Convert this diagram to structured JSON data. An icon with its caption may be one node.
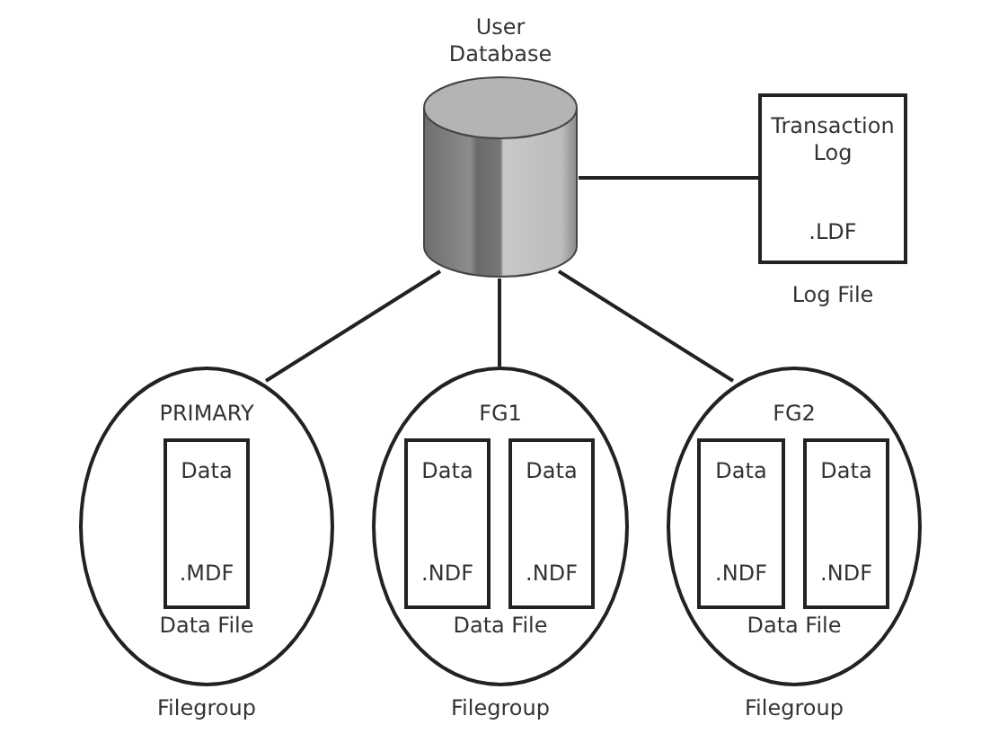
{
  "diagram": {
    "nodes": [
      {
        "text": [
          "User Database"
        ]
      },
      {
        "text": [
          "Transaction Log",
          ".LDF"
        ],
        "beside": [
          "Log File"
        ]
      },
      {
        "text": [
          "PRIMARY",
          "Data File"
        ],
        "beside": [
          "Filegroup"
        ]
      },
      {
        "text": [
          "Data",
          ".MDF"
        ],
        "in": 2
      },
      {
        "text": [
          "FG1",
          "Data File"
        ],
        "beside": [
          "Filegroup"
        ]
      },
      {
        "text": [
          "Data",
          ".NDF"
        ],
        "in": 4
      },
      {
        "text": [
          "Data",
          ".NDF"
        ],
        "in": 4
      },
      {
        "text": [
          "FG2",
          "Data File"
        ],
        "beside": [
          "Filegroup"
        ]
      },
      {
        "text": [
          "Data",
          ".NDF"
        ],
        "in": 7
      },
      {
        "text": [
          "Data",
          ".NDF"
        ],
        "in": 7
      }
    ],
    "edges": [
      {
        "from": 0,
        "to": 1,
        "arrow": "none"
      },
      {
        "from": 0,
        "to": 2,
        "arrow": "none"
      },
      {
        "from": 0,
        "to": 4,
        "arrow": "none"
      },
      {
        "from": 0,
        "to": 7,
        "arrow": "none"
      }
    ]
  }
}
